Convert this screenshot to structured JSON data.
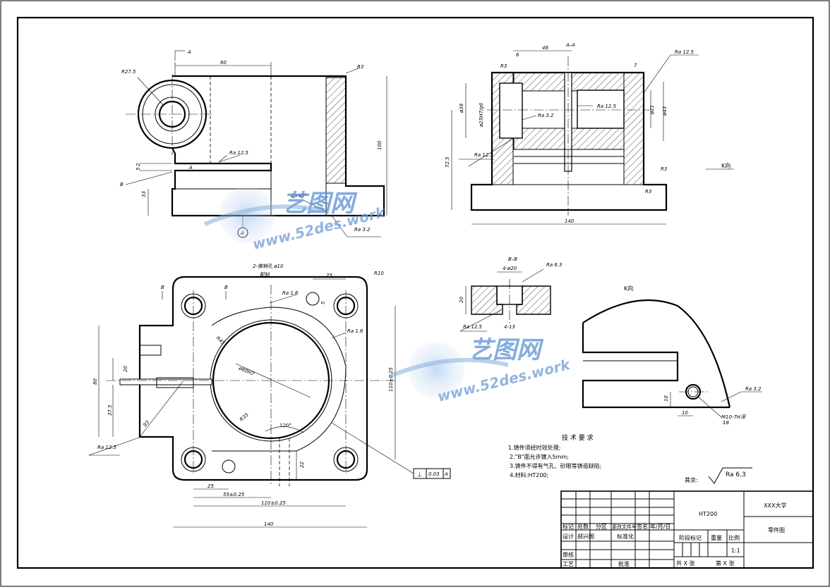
{
  "views": {
    "front": {
      "section_mark": "A",
      "dim_top": "60",
      "radius_big": "R27.5",
      "radius_corner": "R3",
      "roughness": "Ra 12.5",
      "dim_small": "5",
      "dim_small2": "2",
      "label_a": "A",
      "label_b": "B",
      "dim_33": "33",
      "dim_100": "100",
      "chamfer": "2×45°",
      "roughness2": "Ra 3.2",
      "circle_label": "A"
    },
    "section_aa": {
      "title": "A–A",
      "dim_46": "46",
      "dim_6": "6",
      "dim_7": "7",
      "r3a": "R3",
      "r3b": "R3",
      "r3c": "R3",
      "ra125": "Ra 12.5",
      "ra125b": "Ra 12.5",
      "ra125c": "Ra 12.5",
      "ra32": "Ra 3.2",
      "dim_d38": "ø38",
      "dim_d25": "ø25H7/g6",
      "dim_d21": "ø21",
      "dim_d43": "ø43",
      "dim_725": "72.5",
      "dim_140": "140",
      "k_dir": "K向"
    },
    "top": {
      "b1": "B",
      "b2": "B",
      "holes": "2-锥销孔 ø10",
      "holes2": "配钻",
      "dim_25": "25",
      "r10": "R10",
      "ra16a": "Ra 1.6",
      "ra16b": "Ra 1.6",
      "dim_5": "5",
      "r45": "R45",
      "dim_80": "80",
      "dim_20": "20",
      "dim_375": "37.5",
      "dim_93": "93",
      "ra125": "Ra 12.5",
      "dia_main": "ø80H7",
      "r35": "R35",
      "angle": "120°",
      "dim_22": "22",
      "dim_25b": "25",
      "dim_55": "55±0.25",
      "dim_110": "110±0.25",
      "dim_140": "140",
      "dim_right": "110±0.25",
      "tol_sym": "⊥",
      "tol_val": "0.03",
      "tol_ref": "A"
    },
    "section_bb": {
      "title": "B–B",
      "dia": "4-ø20",
      "ra63": "Ra 6.3",
      "dim_20": "20",
      "ra125": "Ra 12.5",
      "thread": "4-13"
    },
    "k_view": {
      "title": "K向",
      "dim_10a": "10",
      "dim_10b": "10",
      "ra32": "Ra 3.2",
      "hole": "M10-7H深",
      "depth": "18"
    }
  },
  "requirements": {
    "title": "技 术 要 求",
    "items": [
      "1.铸件须经时效处理;",
      "2.\"B\"面允许镀入5mm;",
      "3.铸件不得有气孔、砂眼等铸造缺陷;",
      "4.材料:HT200;"
    ],
    "rest_label": "其余:",
    "rest_value": "Ra 6.3"
  },
  "title_block": {
    "material": "HT200",
    "school": "XXX大学",
    "drawing_name": "零件图",
    "row_labels": [
      "标记",
      "处数",
      "分区",
      "更改文件号",
      "签名",
      "年/月/日"
    ],
    "design": "设计",
    "designer": "郝兴国",
    "standard": "标准化",
    "stage": "阶段标记",
    "weight": "重量",
    "scale_label": "比例",
    "scale": "1:1",
    "review": "审核",
    "process": "工艺",
    "approve": "批准",
    "sheets": "共 X 张",
    "sheet_no": "第 X 张"
  },
  "watermark": {
    "name": "艺图网",
    "url": "www.52des.work"
  }
}
